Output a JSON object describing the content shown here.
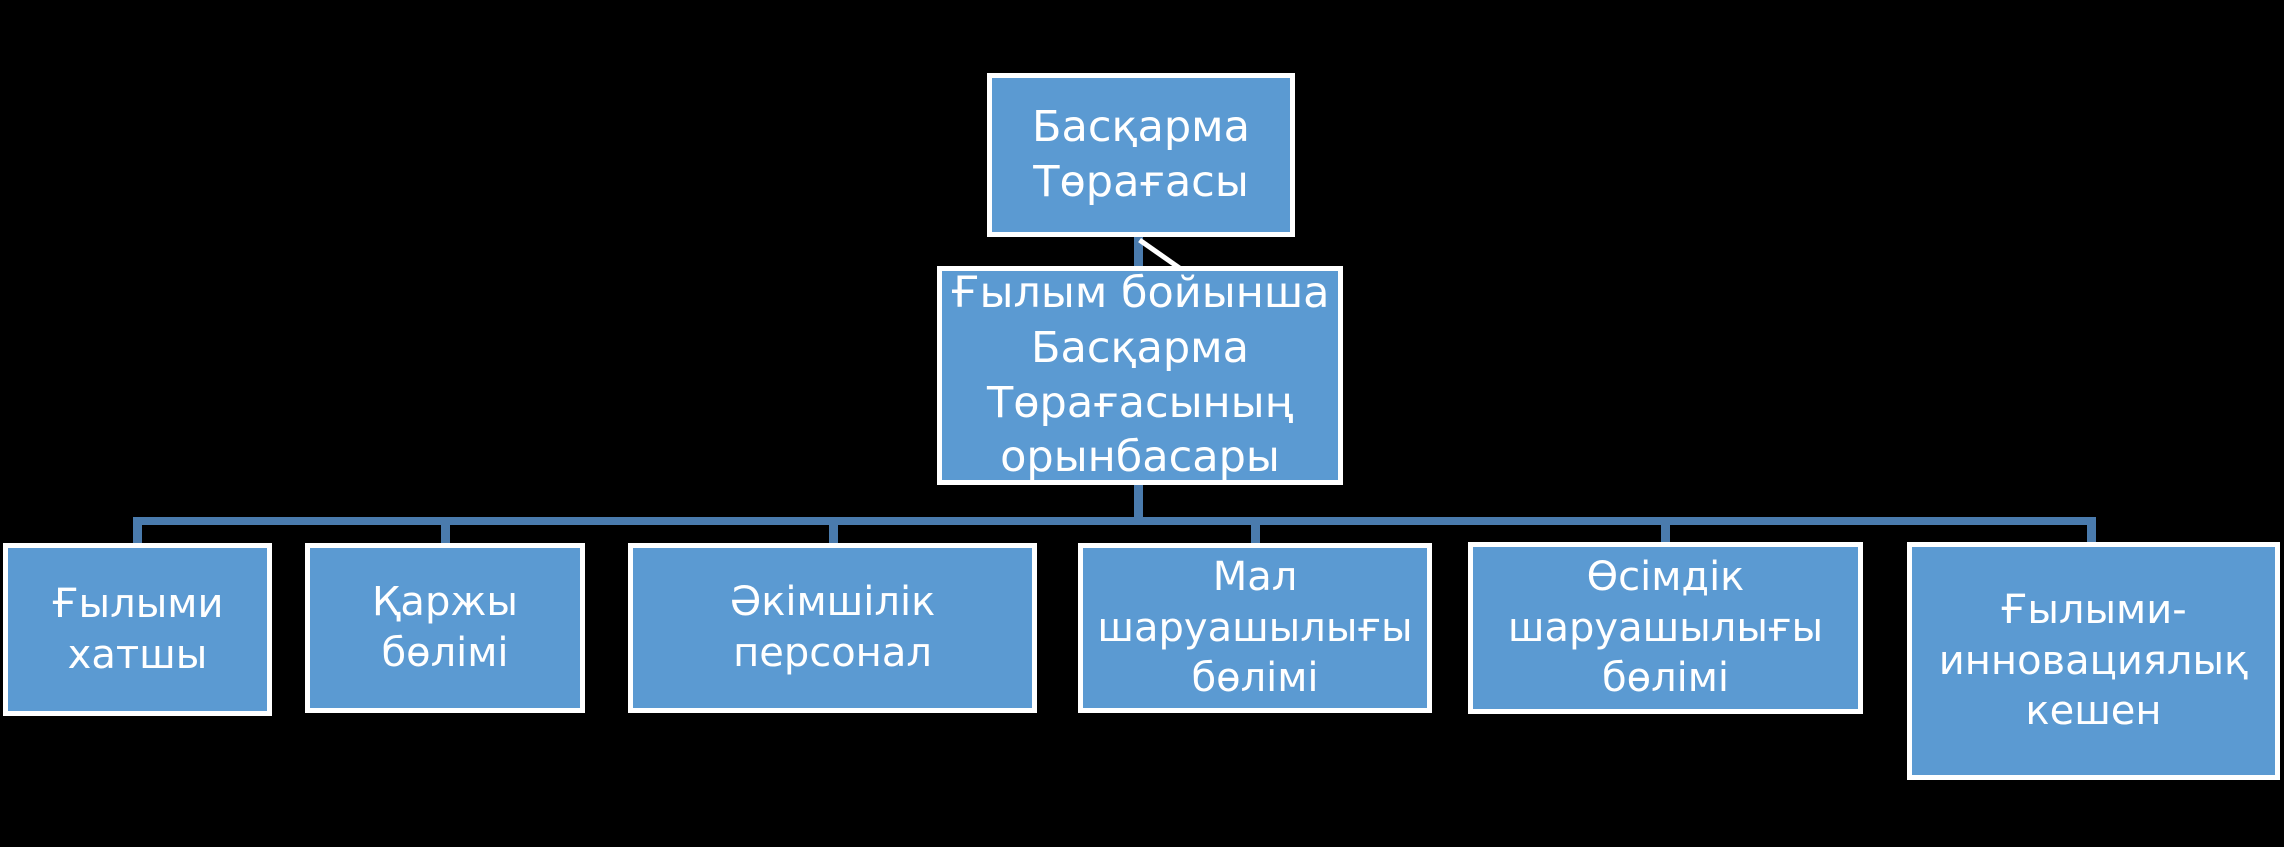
{
  "org_chart": {
    "type": "org-hierarchy-diagram",
    "language": "Kazakh",
    "root": {
      "label": "Басқарма Төрағасы"
    },
    "deputy": {
      "label": "Ғылым бойынша Басқарма Төрағасының орынбасары"
    },
    "departments": [
      {
        "label": "Ғылыми хатшы"
      },
      {
        "label": "Қаржы бөлімі"
      },
      {
        "label": "Әкімшілік персонал"
      },
      {
        "label": "Мал шаруашылығы бөлімі"
      },
      {
        "label": "Өсімдік шаруашылығы бөлімі"
      },
      {
        "label": "Ғылыми-инновациялық кешен"
      }
    ],
    "theme": {
      "background_color": "#000000",
      "node_fill_color": "#5b9ad2",
      "node_border_color": "#ffffff",
      "node_text_color": "#ffffff",
      "connector_color": "#4a7bad",
      "stray_connector_color": "#ffffff"
    }
  }
}
